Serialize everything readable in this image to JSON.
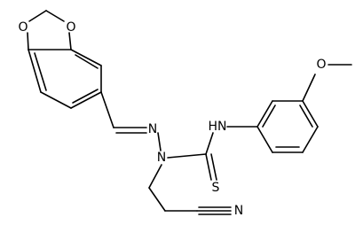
{
  "molecule": {
    "labels": {
      "o_ring_top": "O",
      "o_ring_bottom": "O",
      "o_methoxy": "O",
      "nh": "HN",
      "n_imine": "N",
      "n_hydrazine": "N",
      "s_thione": "S",
      "n_nitrile": "N"
    }
  }
}
